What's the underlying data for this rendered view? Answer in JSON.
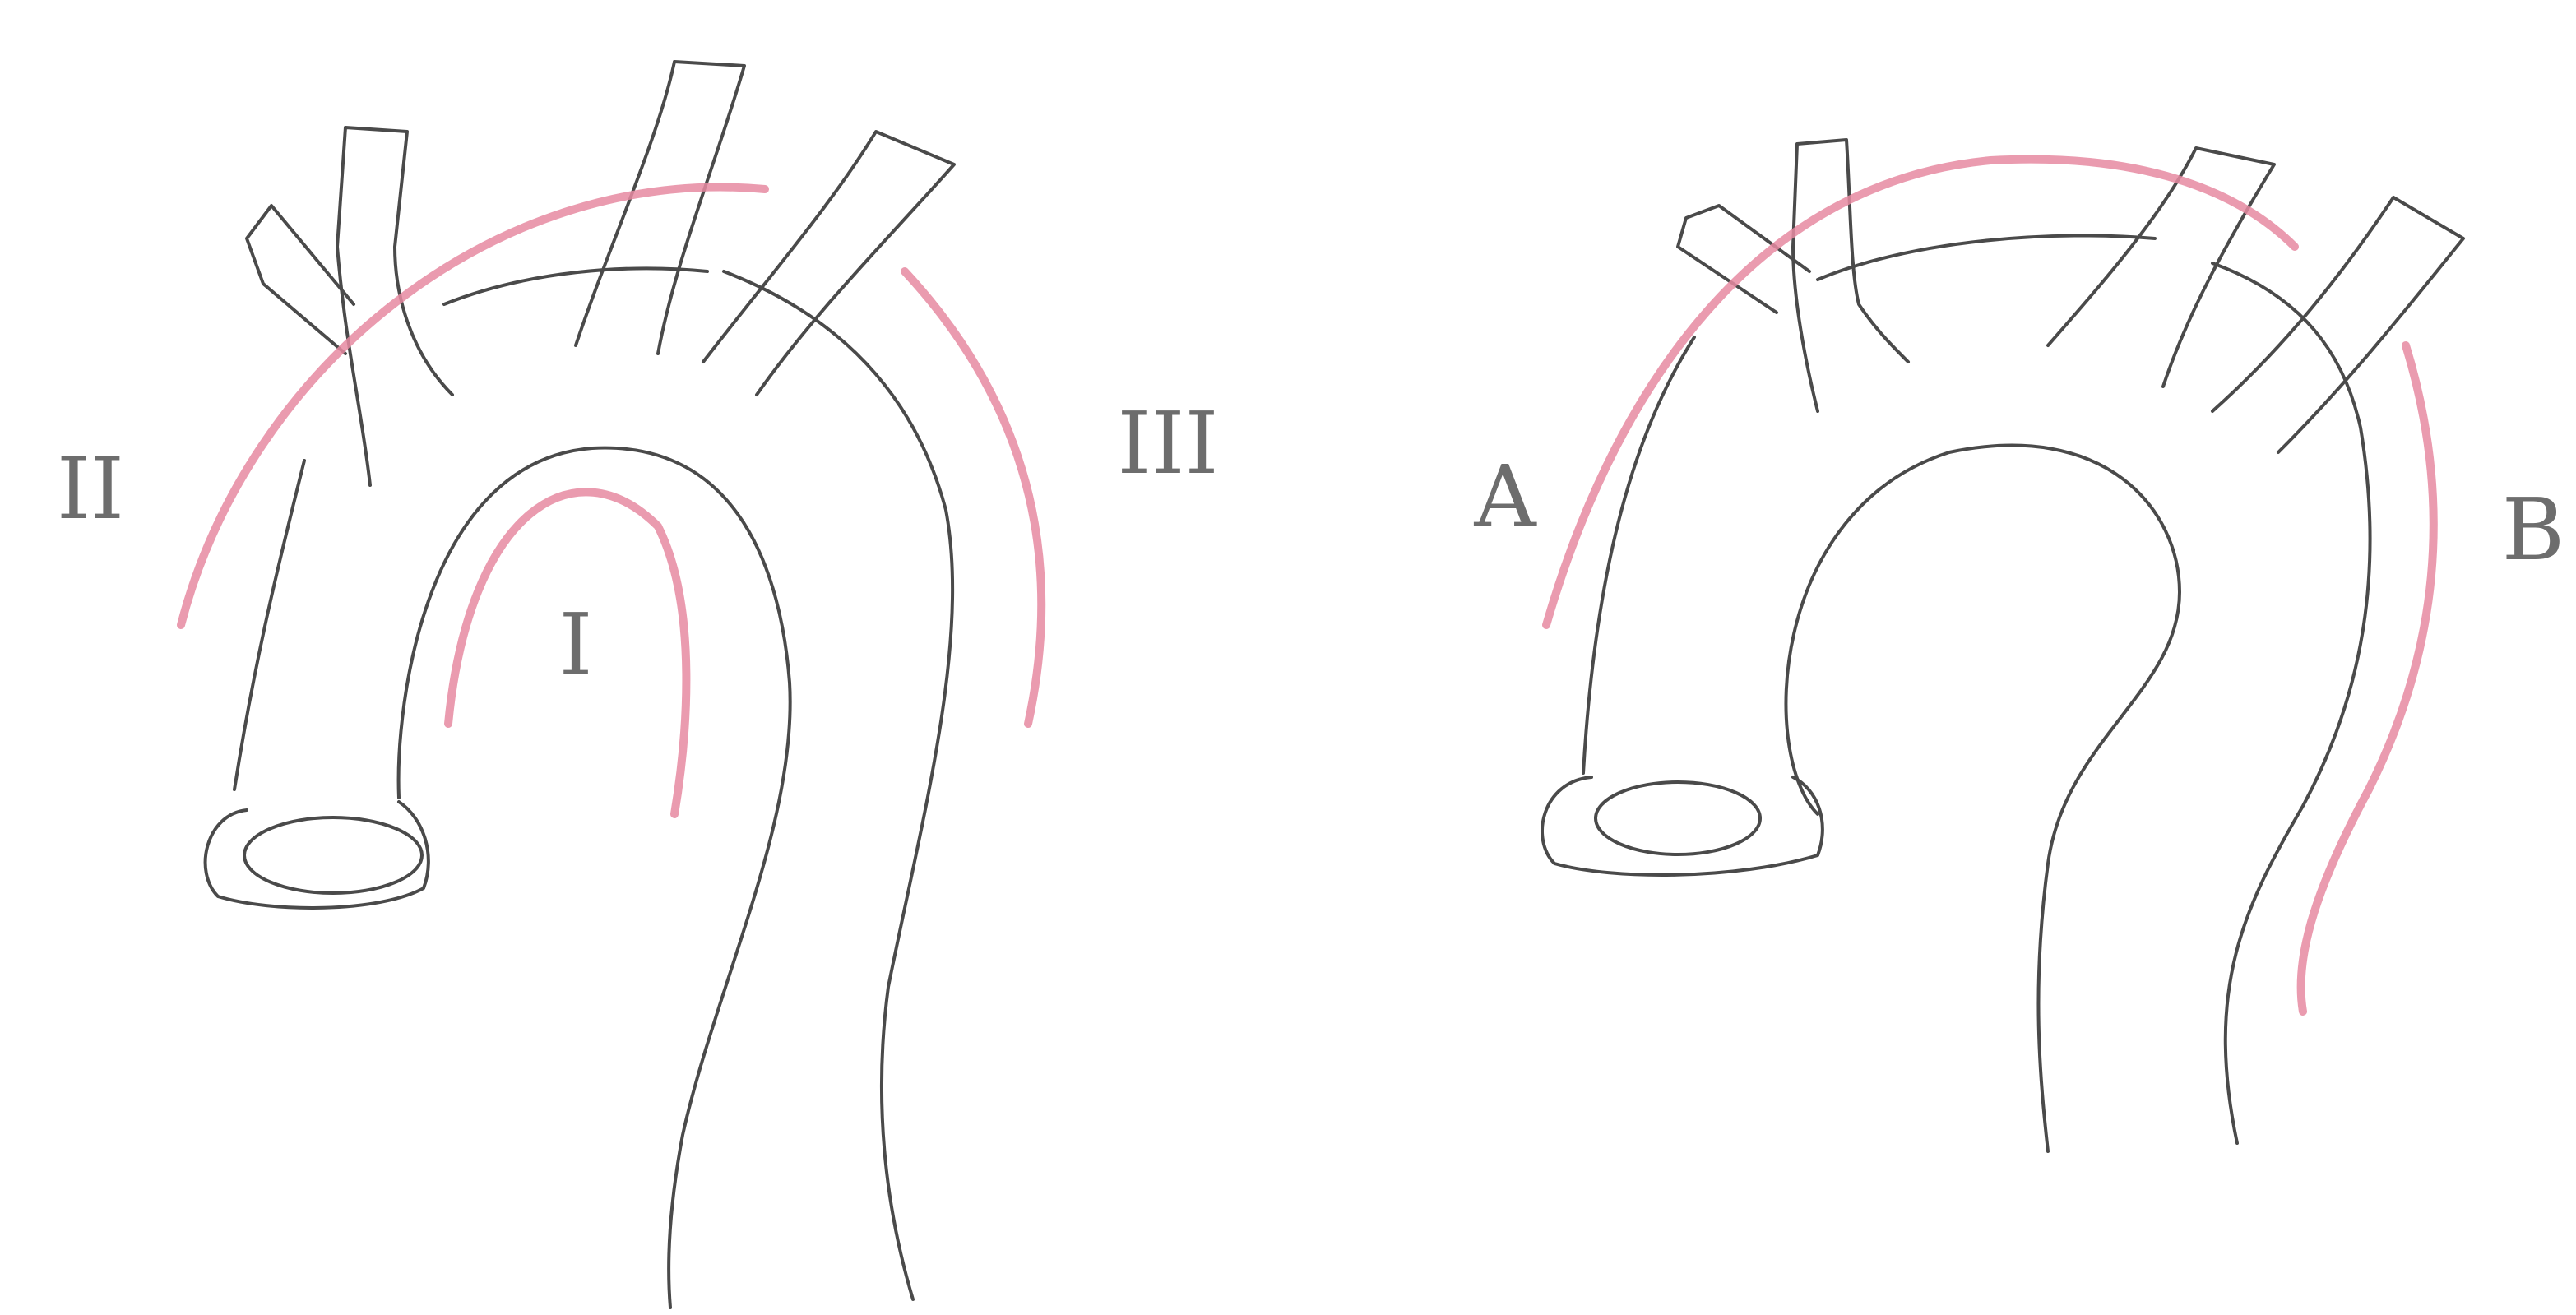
{
  "labels": {
    "left_type_1": "I",
    "left_type_2": "II",
    "left_type_3": "III",
    "right_type_a": "A",
    "right_type_b": "B"
  },
  "colors": {
    "outline": "#4a4a4a",
    "dissection": "#e68aa1",
    "label": "#6d6d6d"
  }
}
